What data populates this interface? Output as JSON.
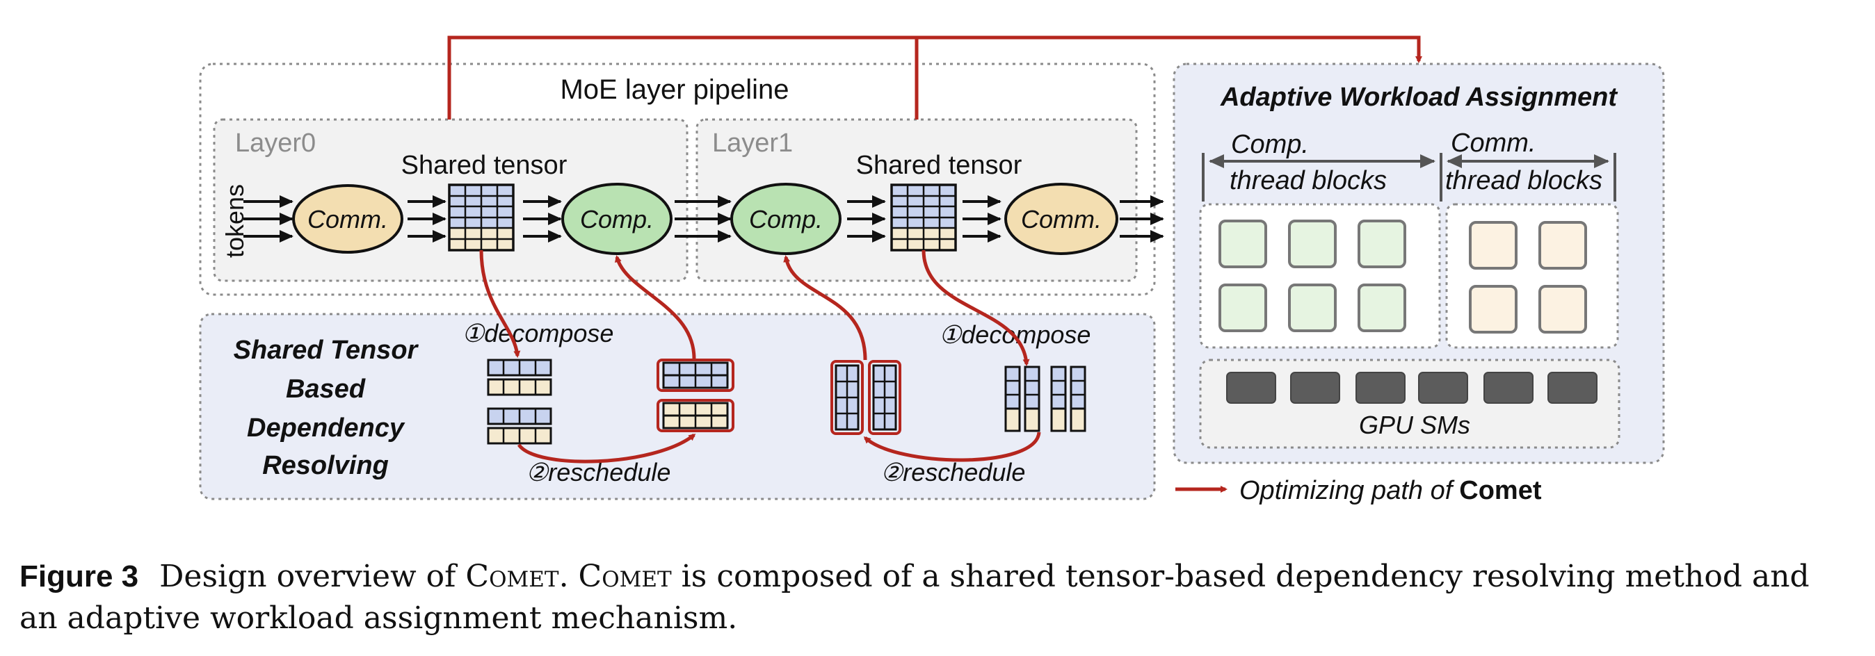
{
  "diagram": {
    "pipeline_title": "MoE layer pipeline",
    "layer0_label": "Layer0",
    "layer1_label": "Layer1",
    "shared_tensor_label": "Shared tensor",
    "tokens_label": "tokens",
    "comm_label": "Comm.",
    "comp_label": "Comp.",
    "dep_title_lines": [
      "Shared Tensor",
      "Based",
      "Dependency",
      "Resolving"
    ],
    "decompose_label": "①decompose",
    "reschedule_label": "②reschedule",
    "awa_title": "Adaptive Workload Assignment",
    "comp_tb_lines": [
      "Comp.",
      "thread blocks"
    ],
    "comm_tb_lines": [
      "Comm.",
      "thread blocks"
    ],
    "gpu_sms_label": "GPU SMs",
    "legend_text": "Optimizing path of",
    "legend_bold": "Comet"
  },
  "colors": {
    "red_path": "#b5261e",
    "panel_bg": "#eaedf7",
    "layer_bg": "#f2f2f2",
    "comm_fill": "#f3deb1",
    "comp_fill": "#b9e2b2",
    "tensor_blue": "#c8d3ef",
    "tensor_beige": "#f5ead0",
    "sm_gray": "#5c5c5c",
    "comp_tb_fill": "#e6f4e1",
    "comm_tb_fill": "#fcf2e2"
  },
  "caption": {
    "label": "Figure 3",
    "text_a": "Design overview of ",
    "name_1": "Comet",
    "text_b": ". ",
    "name_2": "Comet",
    "text_c": " is composed of a shared tensor-based dependency resolving method and an adaptive workload assignment mechanism."
  }
}
